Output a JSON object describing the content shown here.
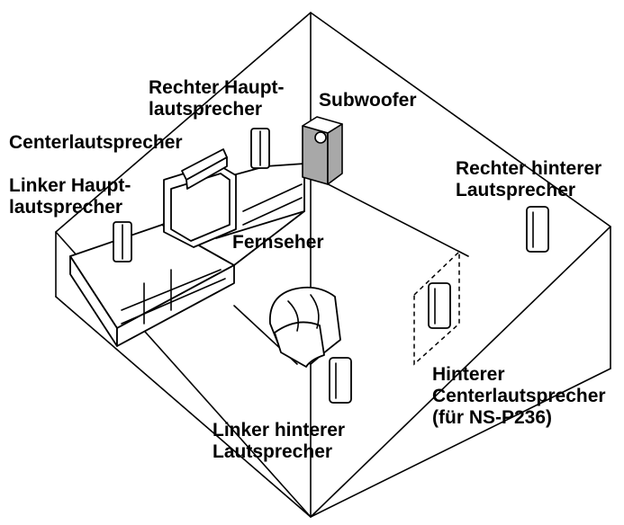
{
  "labels": {
    "front_right": {
      "line1": "Rechter Haupt-",
      "line2": "lautsprecher"
    },
    "subwoofer": {
      "line1": "Subwoofer"
    },
    "center": {
      "line1": "Centerlautsprecher"
    },
    "front_left": {
      "line1": "Linker Haupt-",
      "line2": "lautsprecher"
    },
    "tv": {
      "line1": "Fernseher"
    },
    "rear_right": {
      "line1": "Rechter hinterer",
      "line2": "Lautsprecher"
    },
    "rear_center": {
      "line1": "Hinterer",
      "line2": "Centerlautsprecher",
      "line3": "(für NS-P236)"
    },
    "rear_left": {
      "line1": "Linker hinterer",
      "line2": "Lautsprecher"
    }
  },
  "colors": {
    "subwoofer_fill": "#a8a8a8",
    "line": "#000000"
  }
}
